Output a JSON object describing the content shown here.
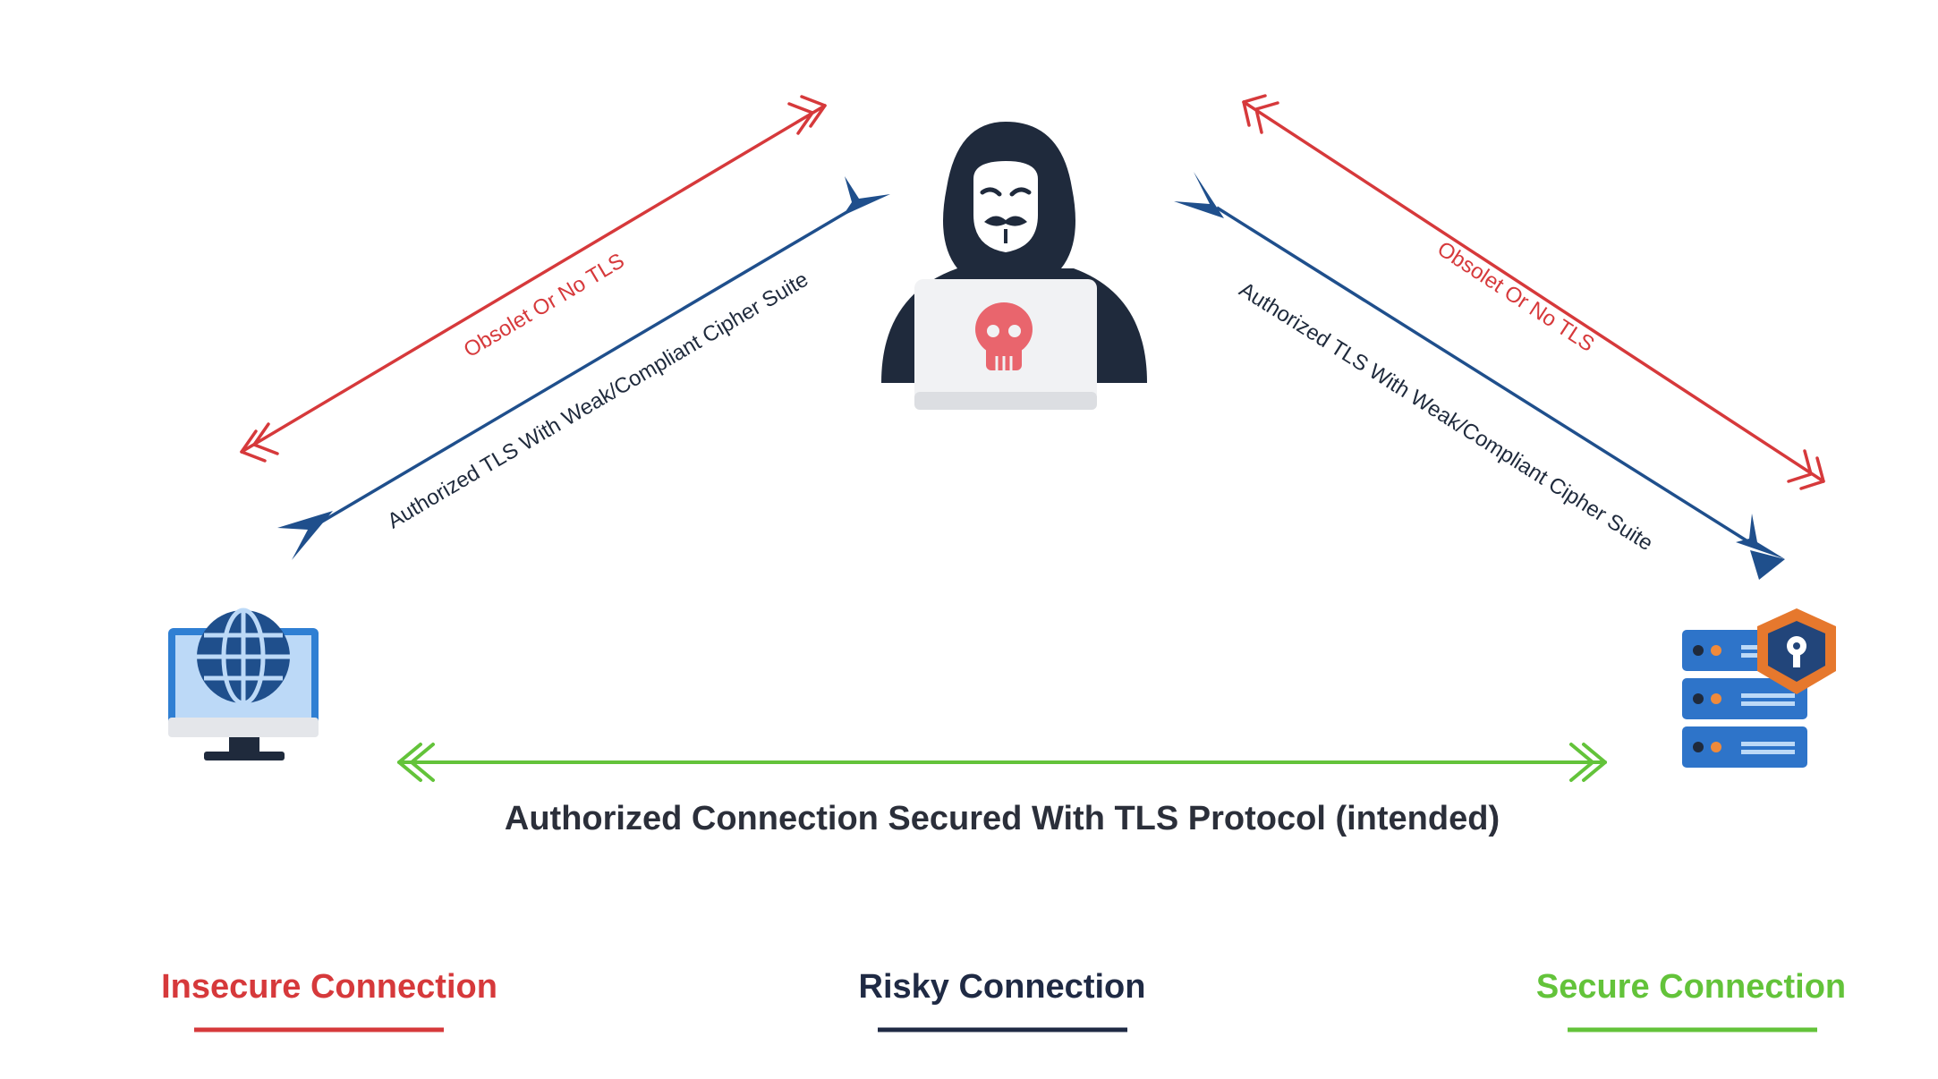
{
  "colors": {
    "insecure": "#d6393b",
    "risky": "#1f2a44",
    "secure": "#63c33a",
    "blue_arrow": "#1f4f8c",
    "hacker_dark": "#1f2a3c",
    "skull": "#e9656d",
    "laptop": "#f1f2f4",
    "monitor_frame": "#2f7fd3",
    "monitor_screen": "#bcd9f7",
    "globe": "#1f4f8c",
    "server_body": "#2e74c9",
    "server_led": "#f08a3a",
    "shield": "#e6782d",
    "shield_inner": "#22457a"
  },
  "icons": {
    "client": "globe-monitor-icon",
    "attacker": "hooded-hacker-icon",
    "server": "secure-server-icon"
  },
  "arrows": {
    "left_red_label": "Obsolet Or No TLS",
    "left_blue_label": "Authorized TLS With Weak/Compliant Cipher Suite",
    "right_red_label": "Obsolet Or No TLS",
    "right_blue_label": "Authorized TLS With Weak/Compliant Cipher Suite"
  },
  "main_connection": {
    "label": "Authorized Connection Secured With TLS Protocol (intended)"
  },
  "legend": {
    "insecure": "Insecure Connection",
    "risky": "Risky Connection",
    "secure": "Secure Connection"
  }
}
